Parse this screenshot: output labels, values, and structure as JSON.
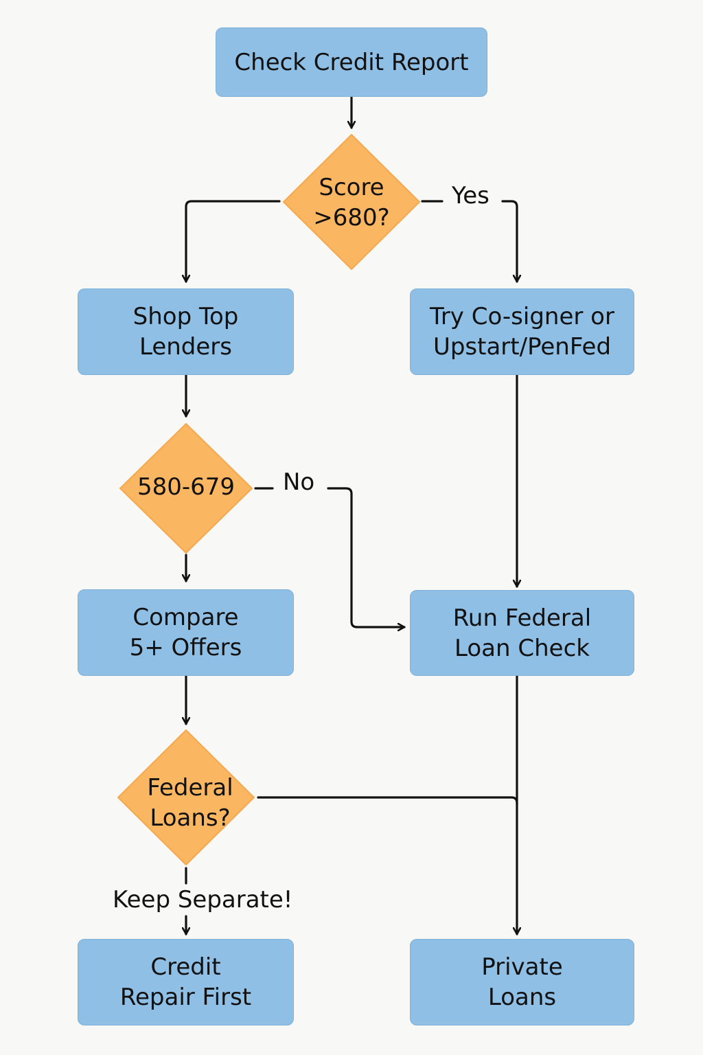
{
  "colors": {
    "process_fill": "#8fbfe5",
    "decision_fill": "#fbb662",
    "line": "#111111",
    "background": "#f8f8f7"
  },
  "nodes": {
    "check_credit": {
      "line1": "Check Credit Report"
    },
    "score_decision": {
      "line1": "Score",
      "line2": ">680?"
    },
    "shop_lenders": {
      "line1": "Shop Top",
      "line2": "Lenders"
    },
    "cosigner": {
      "line1": "Try Co-signer or",
      "line2": "Upstart/PenFed"
    },
    "range_decision": {
      "line1": "580-679"
    },
    "compare_offers": {
      "line1": "Compare",
      "line2": "5+ Offers"
    },
    "federal_check": {
      "line1": "Run Federal",
      "line2": "Loan Check"
    },
    "federal_decision": {
      "line1": "Federal",
      "line2": "Loans?"
    },
    "credit_repair": {
      "line1": "Credit",
      "line2": "Repair First"
    },
    "private_loans": {
      "line1": "Private",
      "line2": "Loans"
    }
  },
  "edge_labels": {
    "yes": "Yes",
    "no": "No",
    "keep_separate": "Keep Separate!"
  }
}
